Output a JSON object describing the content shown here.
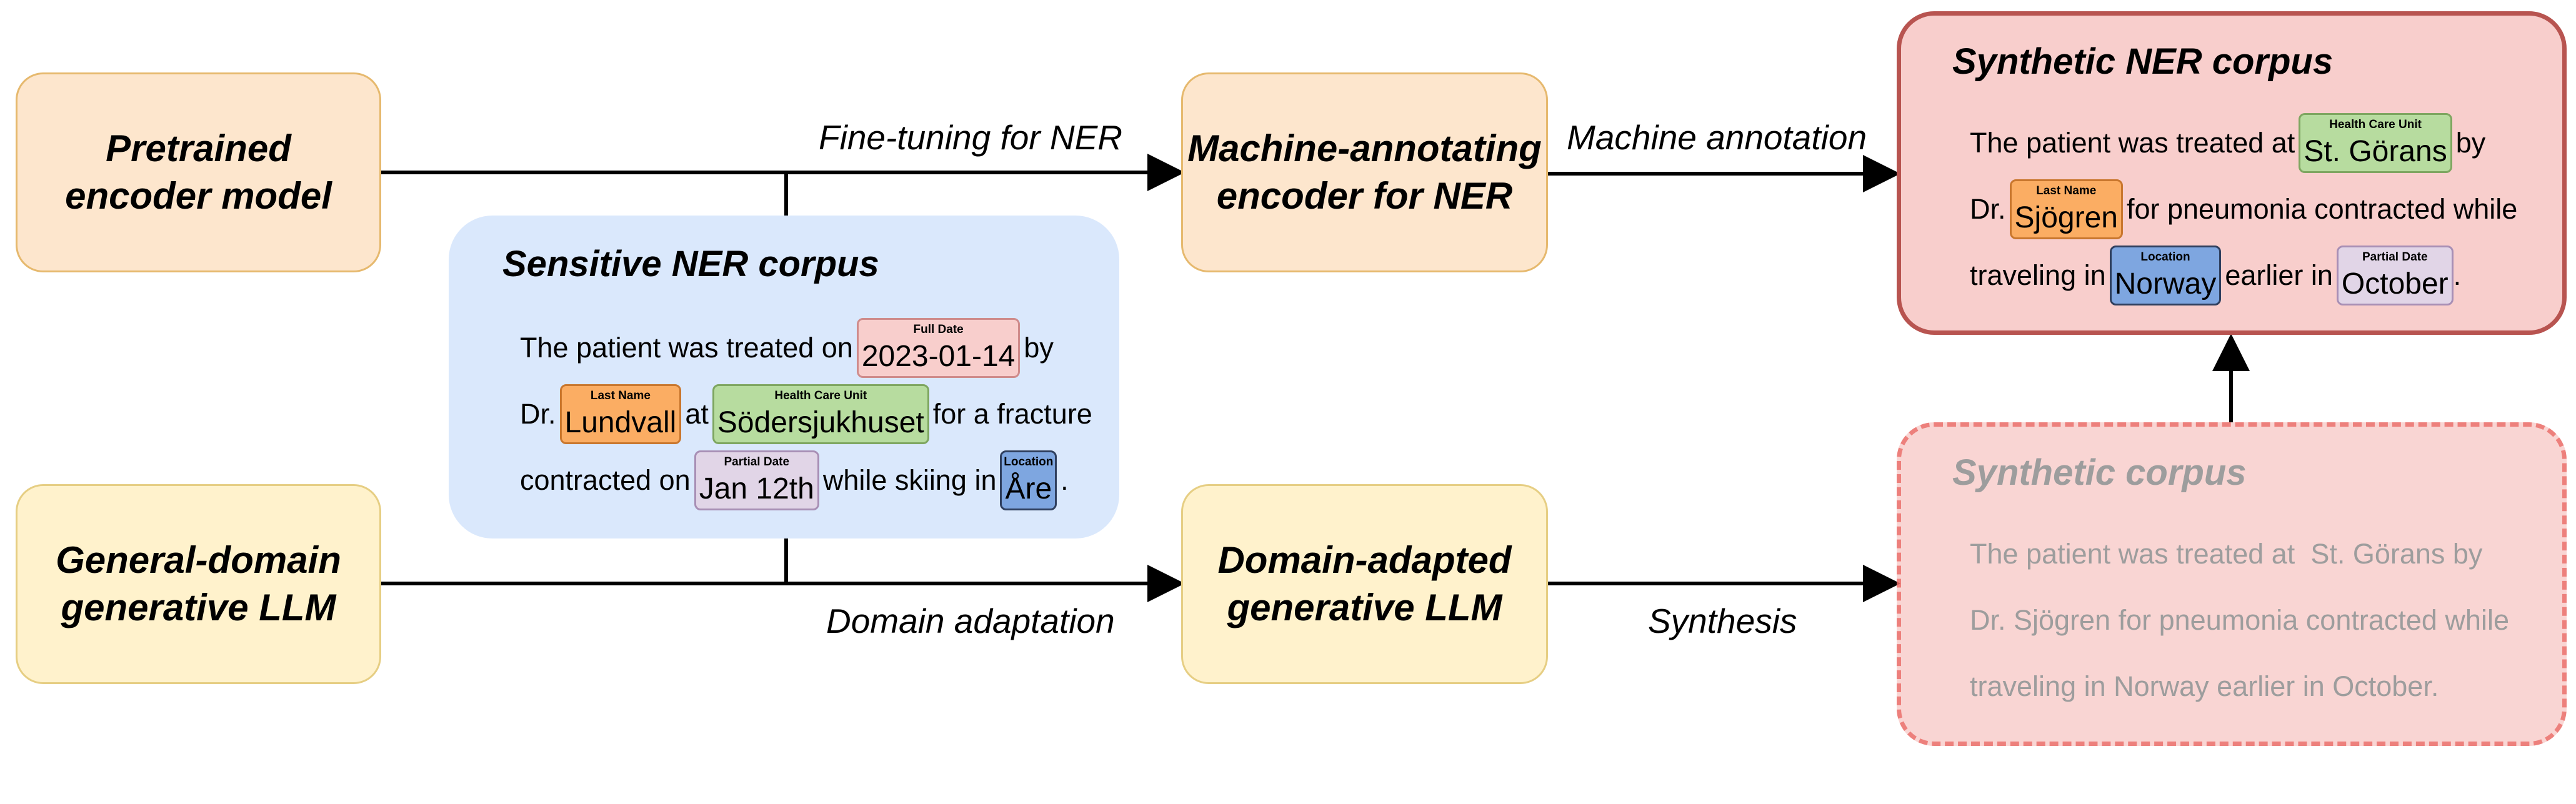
{
  "nodes": {
    "pretrained": "Pretrained\nencoder model",
    "general_llm": "General-domain\ngenerative LLM",
    "machine_annotating": "Machine-annotating\nencoder for NER",
    "domain_adapted": "Domain-adapted\ngenerative LLM"
  },
  "edges": {
    "fine_tuning": "Fine-tuning for NER",
    "domain_adaptation": "Domain adaptation",
    "machine_annotation": "Machine annotation",
    "synthesis": "Synthesis"
  },
  "sensitive_corpus": {
    "title": "Sensitive NER corpus",
    "l1_a": "The patient was treated on",
    "full_date_tag": "Full Date",
    "full_date": "2023-01-14",
    "l1_b": "by",
    "l2_a": "Dr.",
    "last_name_tag": "Last Name",
    "last_name": "Lundvall",
    "l2_b": "at",
    "hcu_tag": "Health Care Unit",
    "hcu": "Södersjukhuset",
    "l2_c": "for a fracture",
    "l3_a": "contracted on",
    "partial_date_tag": "Partial Date",
    "partial_date": "Jan 12th",
    "l3_b": "while skiing in",
    "location_tag": "Location",
    "location": "Åre",
    "l3_c": "."
  },
  "synthetic_ner_corpus": {
    "title": "Synthetic NER corpus",
    "l1_a": "The patient was treated at",
    "hcu_tag": "Health Care Unit",
    "hcu": "St. Görans",
    "l1_b": "by",
    "l2_a": "Dr.",
    "last_name_tag": "Last Name",
    "last_name": "Sjögren",
    "l2_b": "for pneumonia contracted while",
    "l3_a": "traveling in",
    "location_tag": "Location",
    "location": "Norway",
    "l3_b": "earlier in",
    "partial_date_tag": "Partial Date",
    "partial_date": "October",
    "l3_c": "."
  },
  "synthetic_corpus": {
    "title": "Synthetic corpus",
    "line1": "The patient was treated at  St. Görans by",
    "line2": "Dr. Sjögren for pneumonia contracted while",
    "line3": "traveling in Norway earlier in October."
  },
  "colors": {
    "orange_fill": "#fde6cd",
    "yellow_fill": "#fff2cc",
    "blue_fill": "#dae8fc",
    "red_fill": "#f8cecc",
    "red_border": "#b85450"
  }
}
